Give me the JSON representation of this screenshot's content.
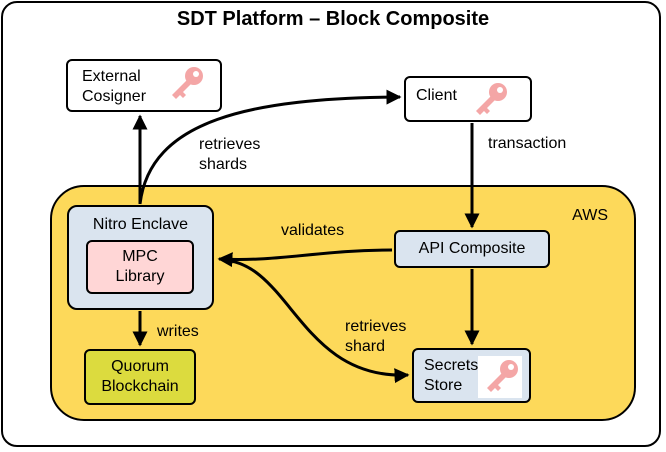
{
  "title": "SDT Platform – Block Composite",
  "region": {
    "label": "AWS",
    "color": "#fdd95a"
  },
  "nodes": {
    "external_cosigner": "External\nCosigner",
    "client": "Client",
    "nitro_enclave": "Nitro Enclave",
    "mpc_library": "MPC\nLibrary",
    "api_composite": "API Composite",
    "quorum_blockchain": "Quorum\nBlockchain",
    "secrets_store": "Secrets\nStore"
  },
  "edges": {
    "retrieves_shards": "retrieves\nshards",
    "transaction": "transaction",
    "validates": "validates",
    "writes": "writes",
    "retrieves_shard": "retrieves\nshard"
  },
  "icons": {
    "key": "key-icon",
    "key_color": "#f4a6a6"
  }
}
